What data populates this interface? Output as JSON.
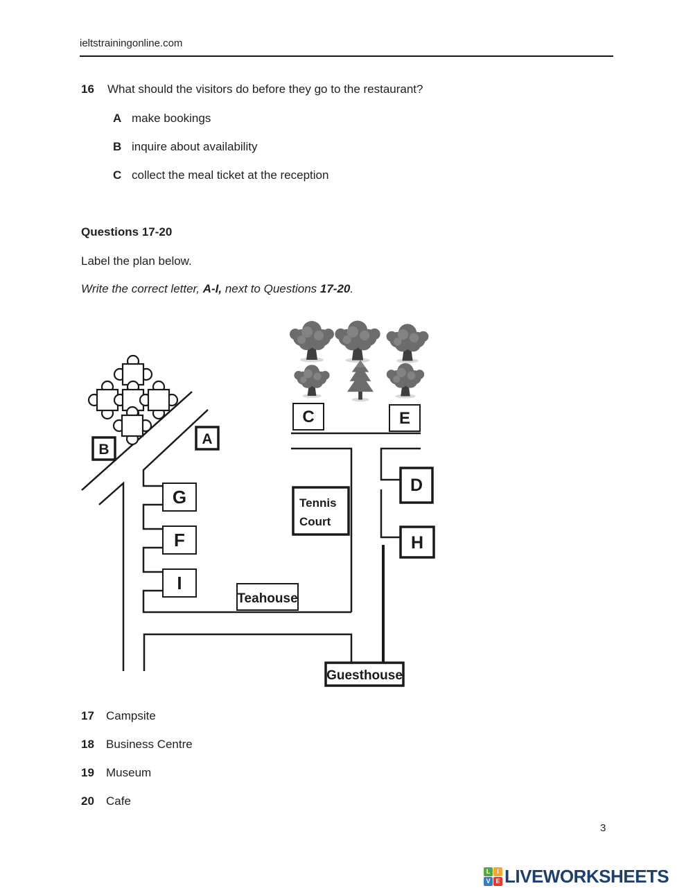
{
  "header": {
    "site": "ieltstrainingonline.com"
  },
  "q16": {
    "number": "16",
    "text": "What should the visitors do before they go to the restaurant?",
    "options": [
      {
        "letter": "A",
        "text": "make bookings"
      },
      {
        "letter": "B",
        "text": "inquire about availability"
      },
      {
        "letter": "C",
        "text": "collect the meal ticket at the reception"
      }
    ]
  },
  "section": {
    "title": "Questions 17-20",
    "subtitle": "Label the plan below.",
    "instruction": {
      "part1": "Write the correct letter, ",
      "bold1": "A-I,",
      "part2": " next to Questions ",
      "bold2": "17-20",
      "part3": "."
    }
  },
  "plan": {
    "labels": {
      "A": "A",
      "B": "B",
      "C": "C",
      "D": "D",
      "E": "E",
      "F": "F",
      "G": "G",
      "H": "H",
      "I": "I"
    },
    "tennis_court_line1": "Tennis",
    "tennis_court_line2": "Court",
    "teahouse": "Teahouse",
    "guesthouse": "Guesthouse"
  },
  "questions": [
    {
      "number": "17",
      "text": "Campsite"
    },
    {
      "number": "18",
      "text": "Business Centre"
    },
    {
      "number": "19",
      "text": "Museum"
    },
    {
      "number": "20",
      "text": "Cafe"
    }
  ],
  "page_number": "3",
  "footer": {
    "logo_text": "LIVEWORKSHEETS",
    "logo_text_color": "#1d3f6e",
    "tiles": [
      {
        "letter": "L",
        "color": "#56a546"
      },
      {
        "letter": "I",
        "color": "#f2a72e"
      },
      {
        "letter": "V",
        "color": "#3a7dbf"
      },
      {
        "letter": "E",
        "color": "#e03a31"
      }
    ]
  }
}
